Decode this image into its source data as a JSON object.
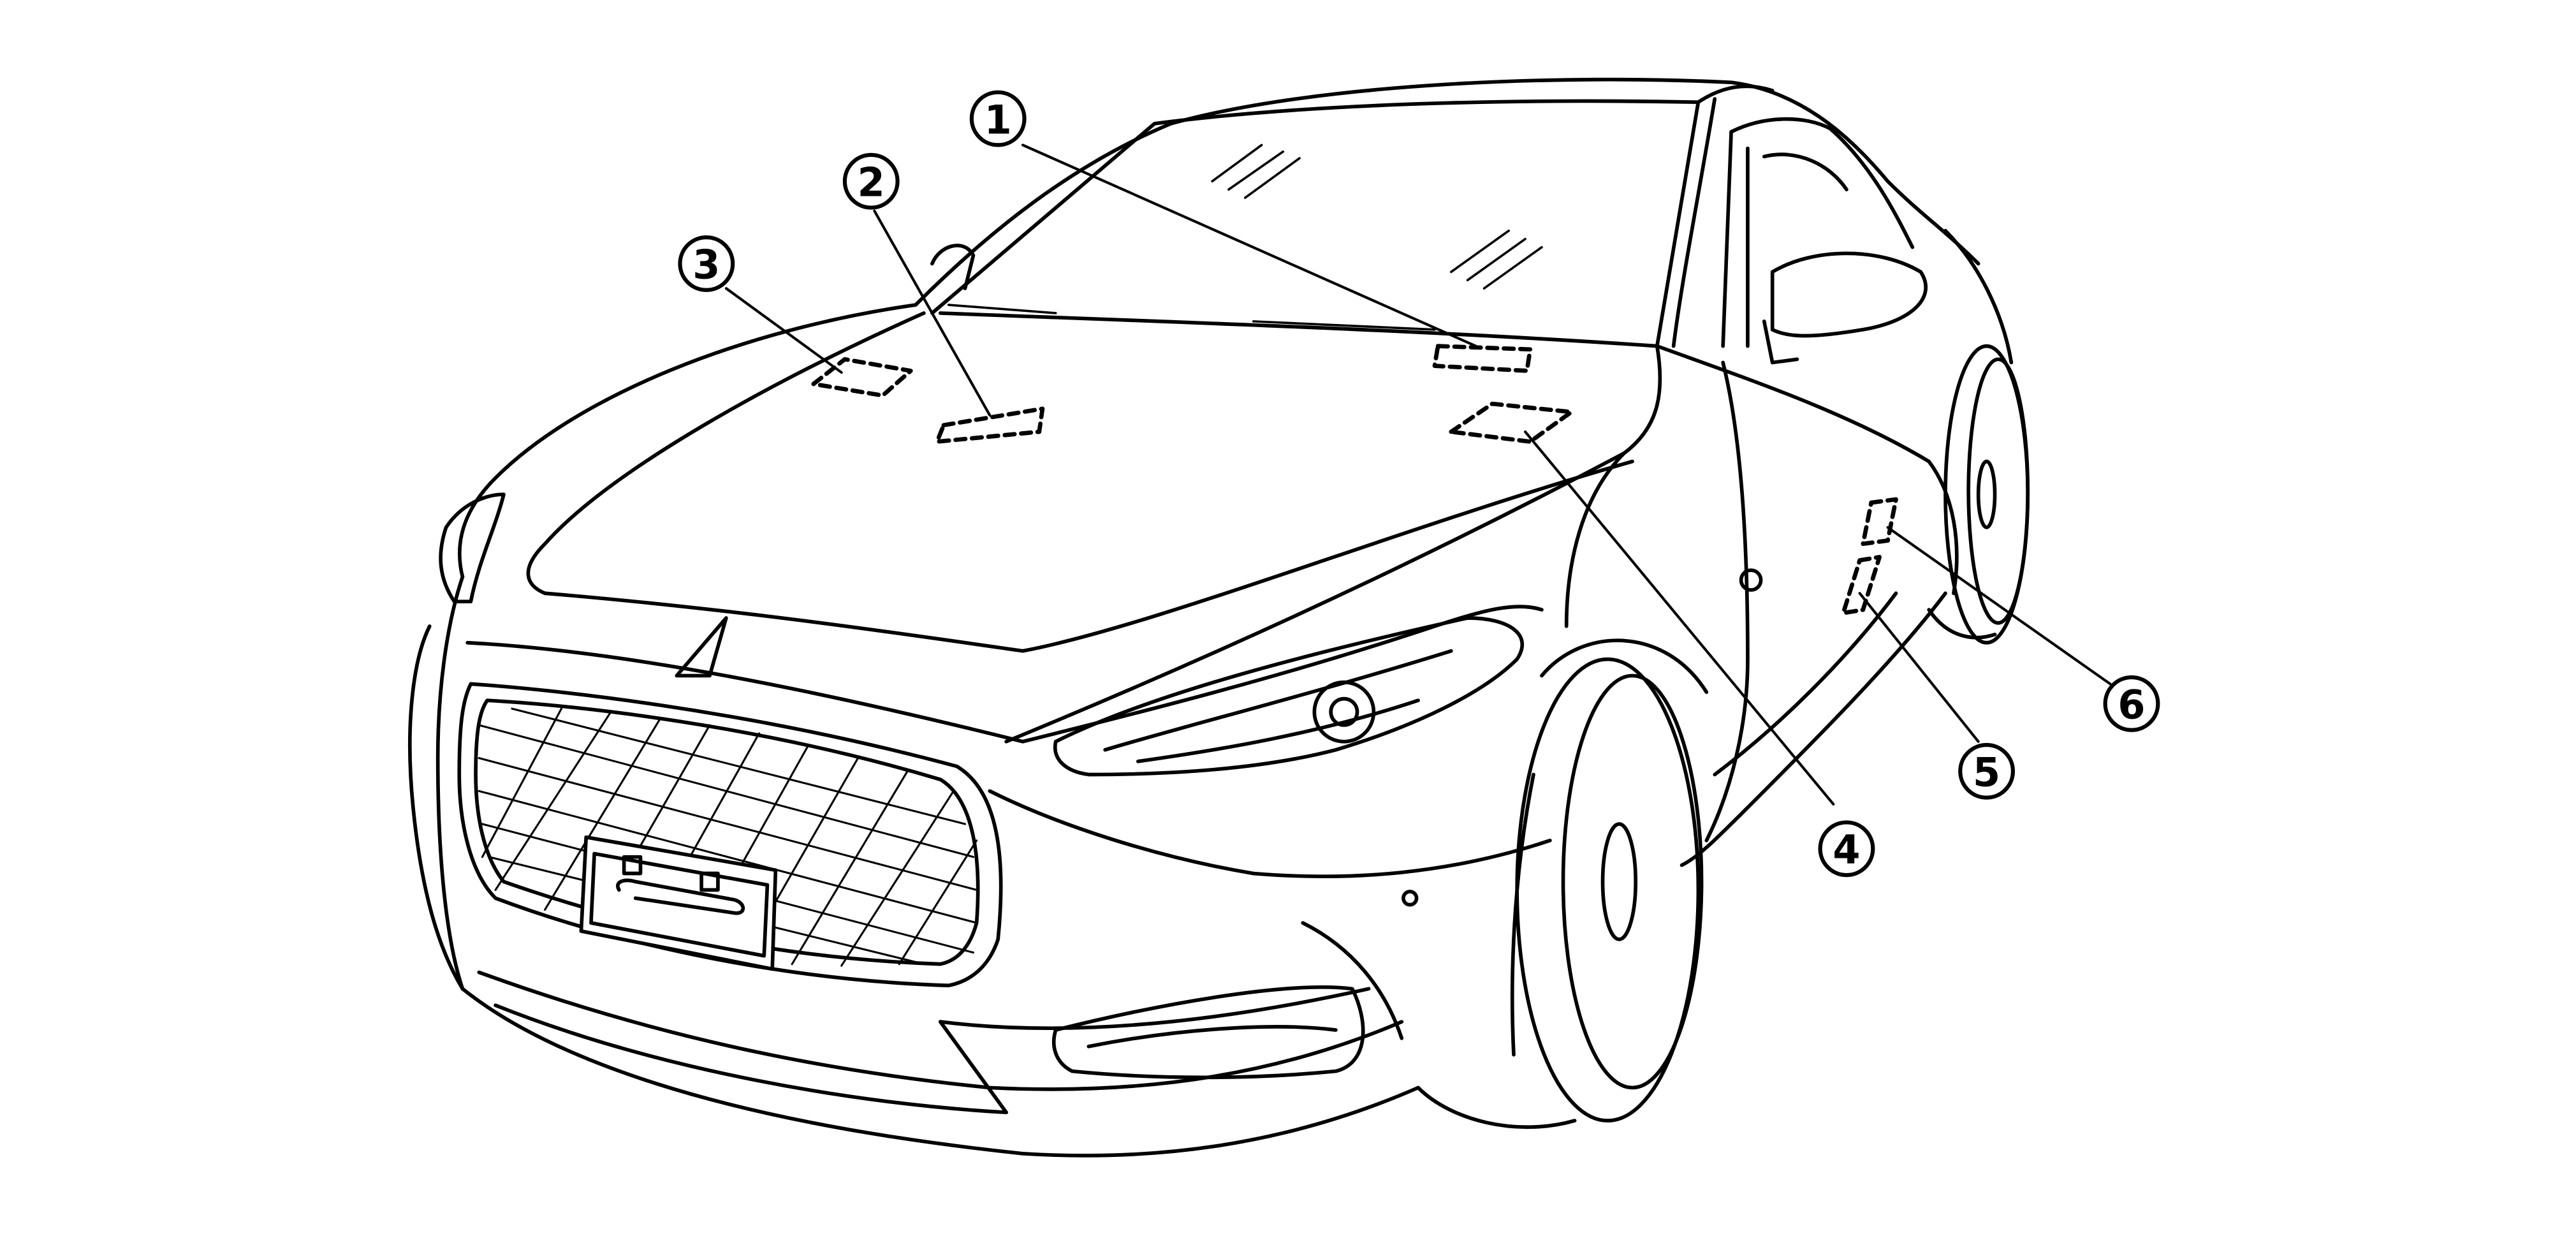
{
  "figure": {
    "background": "#ffffff",
    "ink": "#000000"
  },
  "callouts": [
    {
      "id": "1",
      "label": "1"
    },
    {
      "id": "2",
      "label": "2"
    },
    {
      "id": "3",
      "label": "3"
    },
    {
      "id": "4",
      "label": "4"
    },
    {
      "id": "5",
      "label": "5"
    },
    {
      "id": "6",
      "label": "6"
    }
  ]
}
